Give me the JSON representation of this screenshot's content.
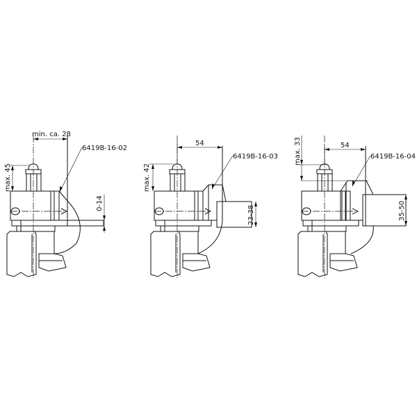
{
  "drawings": [
    {
      "part_number": "6419B-16-02",
      "top_dim": "min. ca. 28",
      "height_dim": "max. 45",
      "range_dim": "0-14"
    },
    {
      "part_number": "6419B-16-03",
      "top_dim": "54",
      "height_dim": "max. 42",
      "range_dim": "23-38"
    },
    {
      "part_number": "6419B-16-04",
      "top_dim": "54",
      "height_dim": "max. 33",
      "range_dim": "35-50"
    }
  ]
}
